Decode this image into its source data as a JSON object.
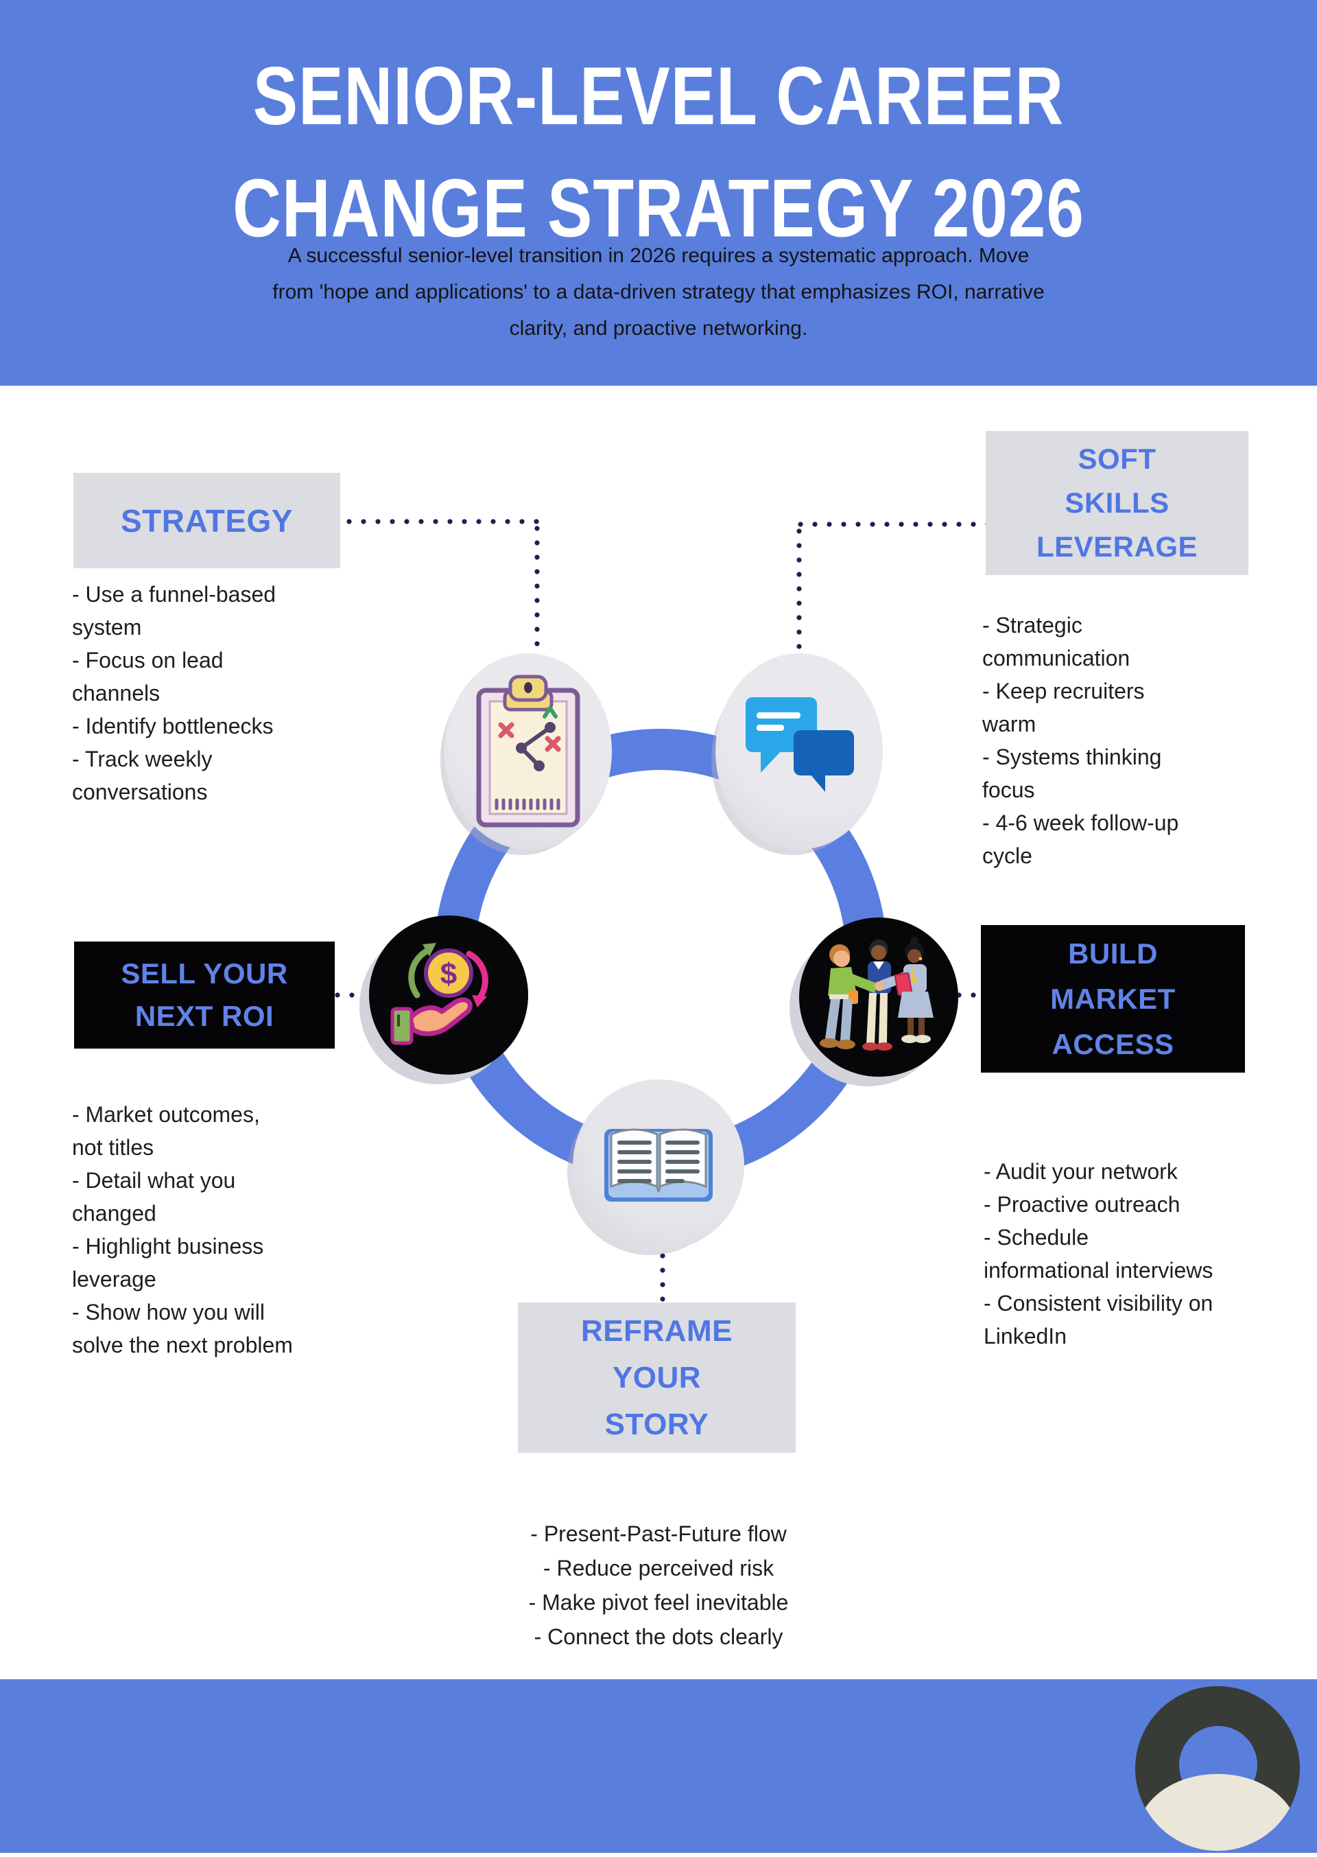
{
  "header": {
    "title_lines": [
      "SENIOR-LEVEL CAREER",
      "CHANGE STRATEGY 2026"
    ],
    "subtitle_lines": [
      "A successful senior-level transition in 2026 requires a systematic approach. Move",
      "from 'hope and applications' to a data-driven strategy that emphasizes ROI, narrative",
      "clarity, and proactive networking."
    ]
  },
  "sections": {
    "strategy": {
      "label_lines": [
        "STRATEGY"
      ],
      "lines": [
        "- Use a funnel-based",
        "system",
        "- Focus on lead",
        "channels",
        "- Identify bottlenecks",
        "- Track weekly",
        "conversations"
      ]
    },
    "soft_skills": {
      "label_lines": [
        "SOFT",
        "SKILLS",
        "LEVERAGE"
      ],
      "lines": [
        "- Strategic",
        "communication",
        "- Keep recruiters",
        "warm",
        "- Systems thinking",
        "focus",
        "- 4-6 week follow-up",
        "cycle"
      ]
    },
    "sell_roi": {
      "label_lines": [
        "SELL YOUR",
        "NEXT ROI"
      ],
      "lines": [
        "- Market outcomes,",
        "not titles",
        "- Detail what you",
        "changed",
        "- Highlight business",
        "leverage",
        "- Show how you will",
        "solve the next problem"
      ]
    },
    "build_access": {
      "label_lines": [
        "BUILD",
        "MARKET",
        "ACCESS"
      ],
      "lines": [
        "- Audit your network",
        "- Proactive outreach",
        "- Schedule",
        "informational interviews",
        "- Consistent visibility on",
        "LinkedIn"
      ]
    },
    "reframe_story": {
      "label_lines": [
        "REFRAME",
        "YOUR",
        "STORY"
      ],
      "lines": [
        "- Present-Past-Future flow",
        "- Reduce perceived risk",
        "- Make pivot feel inevitable",
        "- Connect the dots clearly"
      ]
    }
  },
  "diagram": {
    "node_icons": [
      "clipboard-strategy",
      "chat-bubbles",
      "hand-dollar",
      "people-networking",
      "open-book"
    ]
  },
  "footer": {
    "icon": "person-avatar"
  },
  "colors": {
    "banner_blue": "#5A7EDC",
    "ring_blue": "#5B7EE1",
    "gray_label_bg": "#DBDDE2",
    "black_label_bg": "#050507",
    "label_text_blue": "#5076E2",
    "body_text": "#1E1E1E",
    "dot_navy": "#1B2050"
  }
}
